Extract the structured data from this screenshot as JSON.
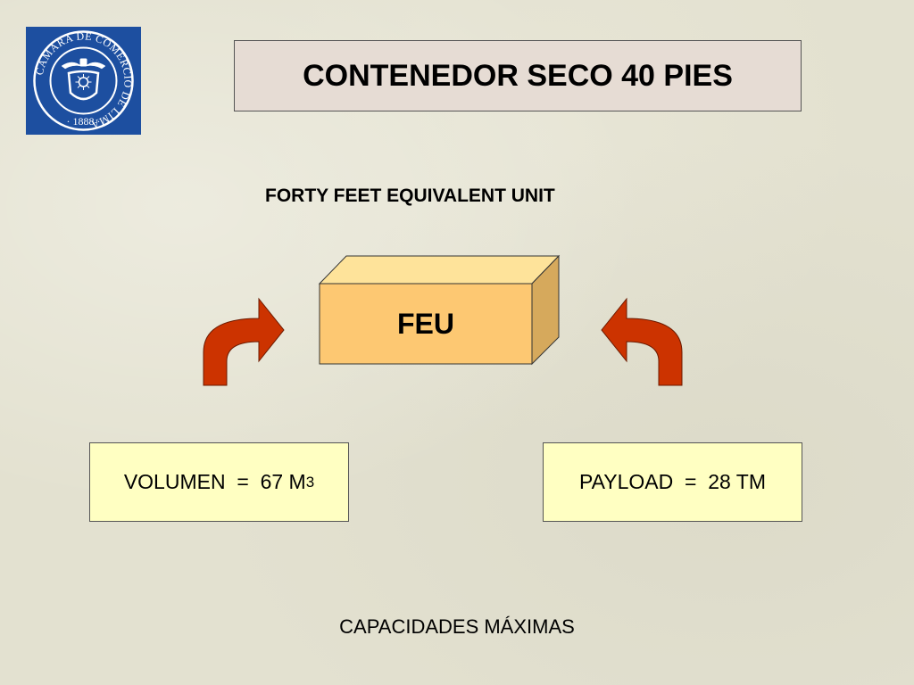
{
  "title": "CONTENEDOR SECO 40 PIES",
  "subtitle": "FORTY FEET EQUIVALENT UNIT",
  "container_label": "FEU",
  "volume": {
    "text": "VOLUMEN  =  67 M",
    "unit_suffix": "3"
  },
  "payload": {
    "text": "PAYLOAD  =  28 TM"
  },
  "footer": "CAPACIDADES MÁXIMAS",
  "logo": {
    "ring_text": "CAMARA DE COMERCIO DE LIMA",
    "year": "· 1888 ·"
  },
  "colors": {
    "logo_blue": "#1d4fa0",
    "title_bg": "#e6dcd4",
    "box_front": "#fdc872",
    "box_top": "#fee39a",
    "box_side": "#d6a95c",
    "arrow_red": "#cc3300",
    "info_bg": "#ffffc2"
  }
}
